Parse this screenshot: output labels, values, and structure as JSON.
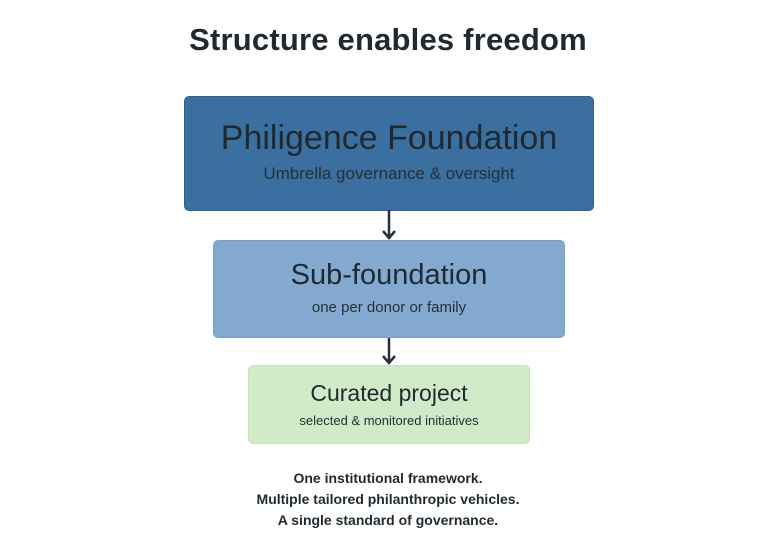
{
  "title": "Structure enables freedom",
  "levels": [
    {
      "heading": "Philigence Foundation",
      "subtitle": "Umbrella governance & oversight",
      "color": "#3b6fa0"
    },
    {
      "heading": "Sub-foundation",
      "subtitle": "one per donor or family",
      "color": "#84a9d0"
    },
    {
      "heading": "Curated project",
      "subtitle": "selected & monitored initiatives",
      "color": "#d1eac7"
    }
  ],
  "footer": [
    "One institutional framework.",
    "Multiple tailored philanthropic vehicles.",
    "A single standard of governance."
  ],
  "arrow_color": "#243036"
}
